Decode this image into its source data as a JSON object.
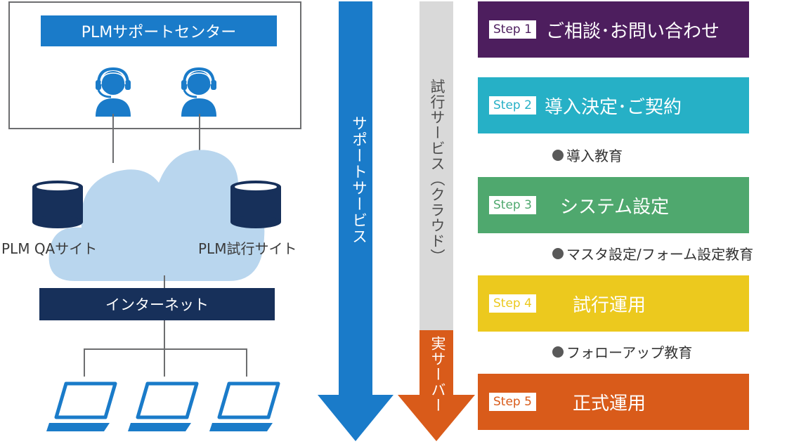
{
  "support_center": {
    "title": "PLMサポートセンター"
  },
  "sites": {
    "qa": "PLM QAサイト",
    "trial": "PLM試行サイト"
  },
  "network": {
    "internet": "インターネット"
  },
  "arrows": {
    "support_service": "サポートサービス",
    "trial_service": "試行サービス（クラウド）",
    "real_server": "実サーバー"
  },
  "steps": [
    {
      "badge": "Step 1",
      "title": "ご相談･お問い合わせ",
      "color": "#4d1e5e"
    },
    {
      "badge": "Step 2",
      "title": "導入決定･ご契約",
      "color": "#26b0c6"
    },
    {
      "badge": "Step 3",
      "title": "システム設定",
      "color": "#4fa86e"
    },
    {
      "badge": "Step 4",
      "title": "試行運用",
      "color": "#ecc91e"
    },
    {
      "badge": "Step 5",
      "title": "正式運用",
      "color": "#d95b1a"
    }
  ],
  "education": [
    "導入教育",
    "マスタ設定/フォーム設定教育",
    "フォローアップ教育"
  ],
  "colors": {
    "support_blue": "#1a7bc9",
    "internet_navy": "#17305a",
    "cloud": "#b9d6ee",
    "trial_gray": "#d9d9d9",
    "real_orange": "#d95b1a"
  },
  "icons": [
    "operator-headset-icon",
    "database-icon",
    "cloud-icon",
    "laptop-icon"
  ]
}
